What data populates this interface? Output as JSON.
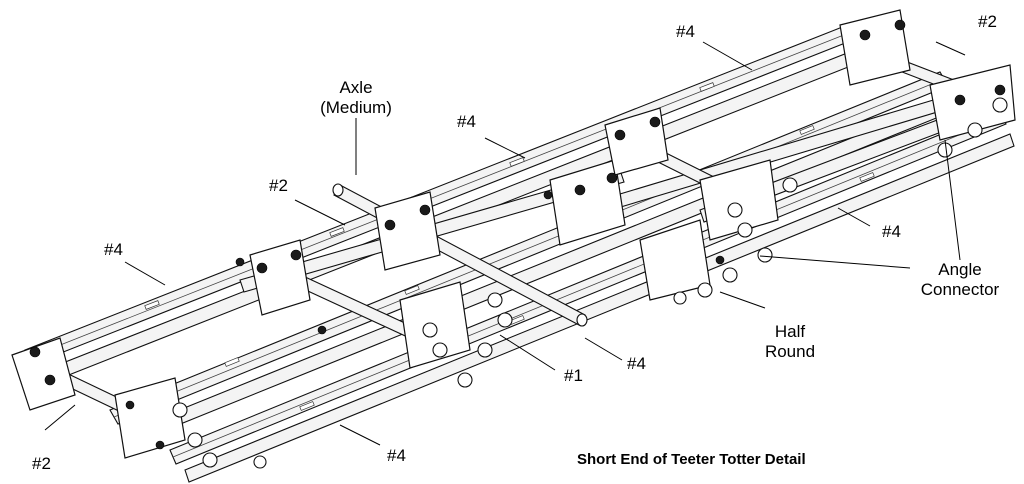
{
  "title": "Short End of Teeter Totter Detail",
  "labels": {
    "axle_line1": "Axle",
    "axle_line2": "(Medium)",
    "num4_top": "#4",
    "num2_top_right": "#2",
    "num4_upper_mid": "#4",
    "num2_left": "#2",
    "num4_left": "#4",
    "num4_right": "#4",
    "angle_line1": "Angle",
    "angle_line2": "Connector",
    "half_line1": "Half",
    "half_line2": "Round",
    "num1": "#1",
    "num4_center": "#4",
    "num2_bottom_left": "#2",
    "num4_bottom": "#4"
  }
}
